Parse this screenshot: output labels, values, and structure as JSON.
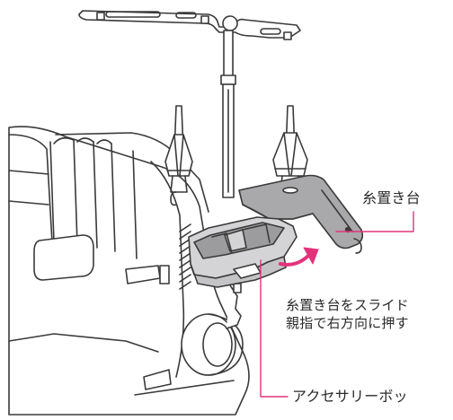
{
  "labels": {
    "thread_stand": "糸置き台",
    "instruction_line_1": "糸置き台をスライド",
    "instruction_line_2": "親指で右方向に押す",
    "accessory_box": "アクセサリーボッ"
  },
  "colors": {
    "callout_line": "#e2337a",
    "arrow": "#e2337a",
    "outline": "#3a3a3a",
    "stand_fill": "#a9a9ab",
    "box_fill": "#d4d4d6",
    "box_inner": "#9c9c9e",
    "machine_fill": "#ffffff"
  },
  "icons": {
    "motion_arrow": "curved-arrow-right"
  }
}
